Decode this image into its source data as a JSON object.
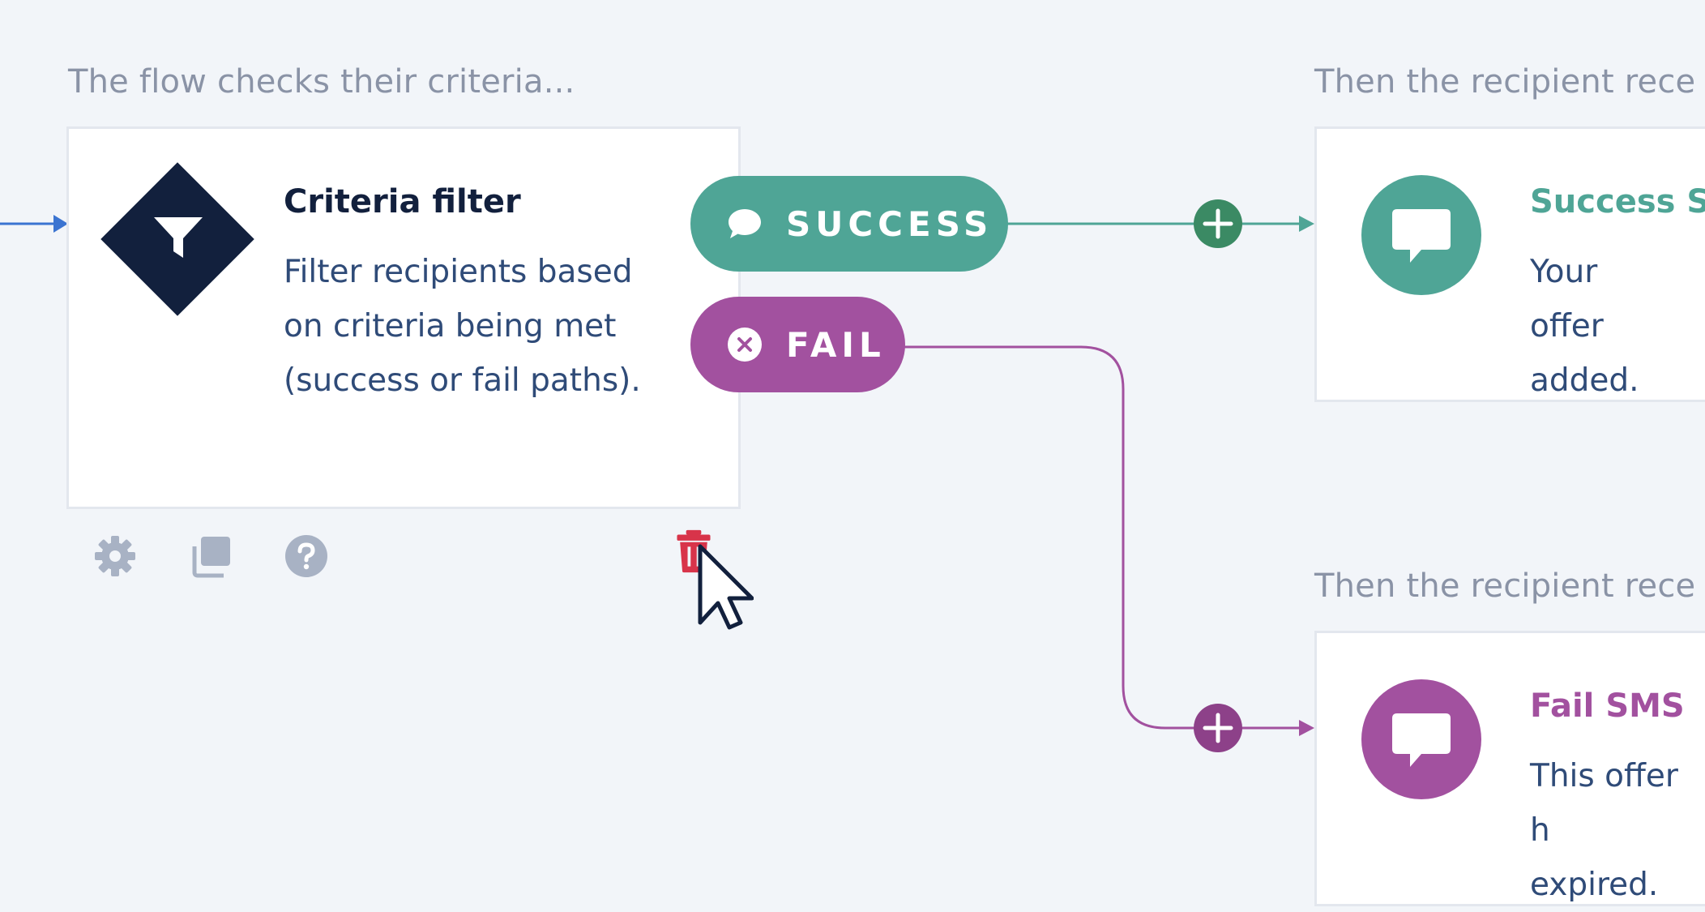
{
  "captions": {
    "criteria": "The flow checks their criteria...",
    "success_branch": "Then the recipient rece",
    "fail_branch": "Then the recipient rece"
  },
  "criteria_card": {
    "title": "Criteria filter",
    "description": "Filter recipients based on criteria being met (success or fail paths).",
    "icon": "filter-icon"
  },
  "branches": {
    "success": {
      "label": "SUCCESS",
      "icon": "chat-bubble-icon",
      "color": "#4fa596"
    },
    "fail": {
      "label": "FAIL",
      "icon": "close-circle-icon",
      "color": "#a2519f"
    }
  },
  "success_card": {
    "title": "Success SI",
    "description": "Your offer added.",
    "color": "#4fa596",
    "icon": "sms-icon"
  },
  "fail_card": {
    "title": "Fail SMS",
    "description": "This offer h expired.",
    "color": "#a2519f",
    "icon": "sms-icon"
  },
  "toolbar": {
    "settings_icon": "gear-icon",
    "duplicate_icon": "duplicate-icon",
    "help_icon": "help-icon",
    "delete_icon": "trash-icon"
  },
  "colors": {
    "background": "#f2f5f9",
    "navy": "#12203d",
    "text_blue": "#2f4b78",
    "caption_gray": "#8a93a6",
    "toolbar_gray": "#a8b2c4",
    "delete_red": "#d8344a",
    "entry_arrow": "#3b74d1",
    "plus_green": "#3b8a64"
  }
}
